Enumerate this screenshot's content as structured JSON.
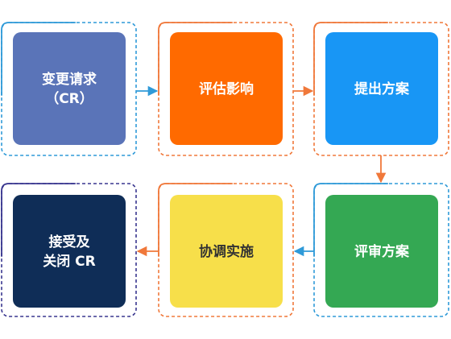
{
  "steps": [
    {
      "lines": [
        "变更请求",
        "（CR）"
      ],
      "fill": "#5a74b8",
      "text_color": "#ffffff",
      "frame_color": "#2f9ad8"
    },
    {
      "lines": [
        "评估影响"
      ],
      "fill": "#ff6a00",
      "text_color": "#ffffff",
      "frame_color": "#f0783a"
    },
    {
      "lines": [
        "提出方案"
      ],
      "fill": "#1896f5",
      "text_color": "#ffffff",
      "frame_color": "#f0783a"
    },
    {
      "lines": [
        "评审方案"
      ],
      "fill": "#34a853",
      "text_color": "#ffffff",
      "frame_color": "#2f9ad8"
    },
    {
      "lines": [
        "协调实施"
      ],
      "fill": "#f7df4a",
      "text_color": "#333333",
      "frame_color": "#f0783a"
    },
    {
      "lines": [
        "接受及",
        "关闭 CR"
      ],
      "fill": "#0f2d57",
      "text_color": "#ffffff",
      "frame_color": "#39368f"
    }
  ],
  "arrows": [
    {
      "from": 0,
      "to": 1,
      "color": "#2f9ad8"
    },
    {
      "from": 1,
      "to": 2,
      "color": "#f0783a"
    },
    {
      "from": 2,
      "to": 3,
      "color": "#f0783a"
    },
    {
      "from": 3,
      "to": 4,
      "color": "#2f9ad8"
    },
    {
      "from": 4,
      "to": 5,
      "color": "#f0783a"
    }
  ]
}
